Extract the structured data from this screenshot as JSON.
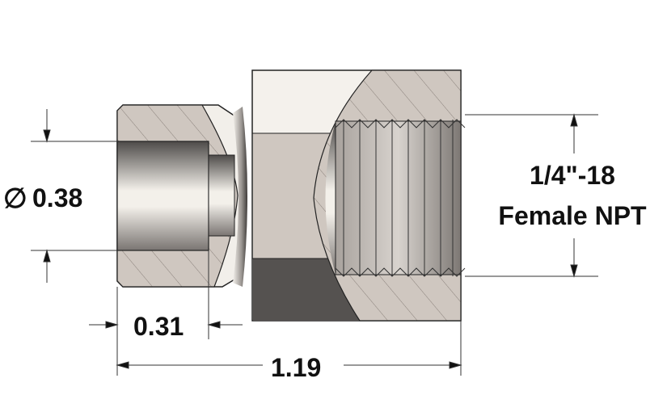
{
  "drawing": {
    "title": "Female NPT adapter section view",
    "dimensions": {
      "bore_diameter_symbol": "∅",
      "bore_diameter": "0.38",
      "bore_depth": "0.31",
      "overall_length": "1.19",
      "thread_line1": "1/4\"-18",
      "thread_line2": "Female NPT"
    },
    "colors": {
      "section": "#cfc7c0",
      "hatch": "#8a817b",
      "light_face": "#f4f1ec",
      "dark_face": "#555250",
      "outline": "#222222"
    }
  }
}
